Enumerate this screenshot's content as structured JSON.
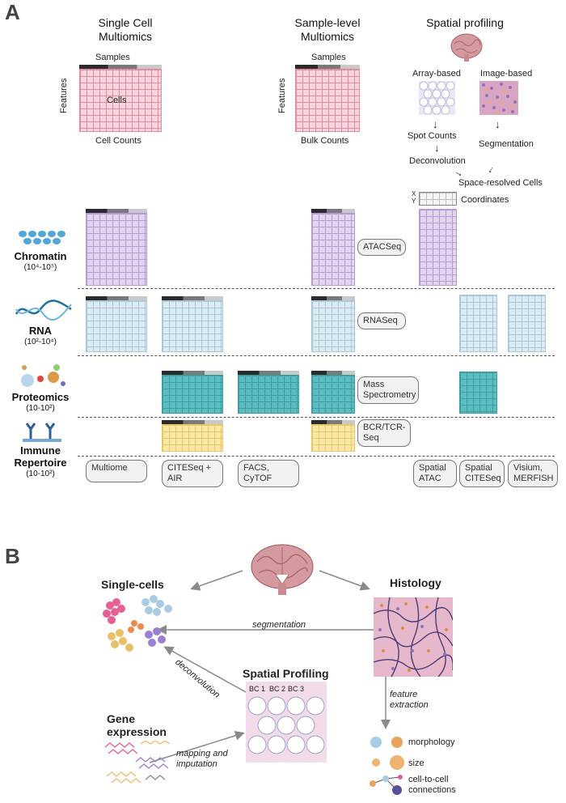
{
  "panel_a": {
    "letter": "A",
    "headers": {
      "single_cell": "Single Cell\nMultiomics",
      "sample_level": "Sample-level\nMultiomics",
      "spatial": "Spatial profiling"
    },
    "single_cell": {
      "samples": "Samples",
      "features": "Features",
      "cells": "Cells",
      "counts": "Cell Counts"
    },
    "sample_level": {
      "samples": "Samples",
      "features": "Features",
      "counts": "Bulk Counts"
    },
    "spatial": {
      "array_based": "Array-based",
      "image_based": "Image-based",
      "spot_counts": "Spot Counts",
      "segmentation": "Segmentation",
      "deconvolution": "Deconvolution",
      "space_resolved": "Space-resolved Cells",
      "coordinates": "Coordinates",
      "x": "X",
      "y": "Y"
    },
    "rows": [
      {
        "name": "Chromatin",
        "range": "(10⁴-10⁵)"
      },
      {
        "name": "RNA",
        "range": "(10²-10⁴)"
      },
      {
        "name": "Proteomics",
        "range": "(10-10²)"
      },
      {
        "name": "Immune\nRepertoire",
        "range": "(10-10²)"
      }
    ],
    "tech_labels": {
      "atacseq": "ATACSeq",
      "rnaseq": "RNASeq",
      "mass_spec": "Mass\nSpectrometry",
      "bcr": "BCR/TCR-\nSeq"
    },
    "platforms": {
      "multiome": "Multiome",
      "citeseq_air": "CITESeq +\nAIR",
      "facs": "FACS,\nCyTOF",
      "spatial_atac": "Spatial\nATAC",
      "spatial_citeseq": "Spatial\nCITESeq",
      "visium": "Visium,\nMERFISH"
    }
  },
  "panel_b": {
    "letter": "B",
    "single_cells": "Single-cells",
    "histology": "Histology",
    "segmentation": "segmentation",
    "deconvolution": "deconvolution",
    "spatial_profiling": "Spatial Profiling",
    "bc1": "BC 1",
    "bc2": "BC 2",
    "bc3": "BC 3",
    "feature_extraction": "feature\nextraction",
    "gene_expression": "Gene\nexpression",
    "mapping": "mapping and\nimputation",
    "features": [
      "morphology",
      "size",
      "cell-to-cell\nconnections"
    ]
  },
  "colors": {
    "pink": "#f7d5dc",
    "purple": "#e3d4ef",
    "blue": "#dceaf2",
    "teal": "#5dbcc0",
    "yellow": "#fbe7a6",
    "brain": "#c98a8f"
  }
}
